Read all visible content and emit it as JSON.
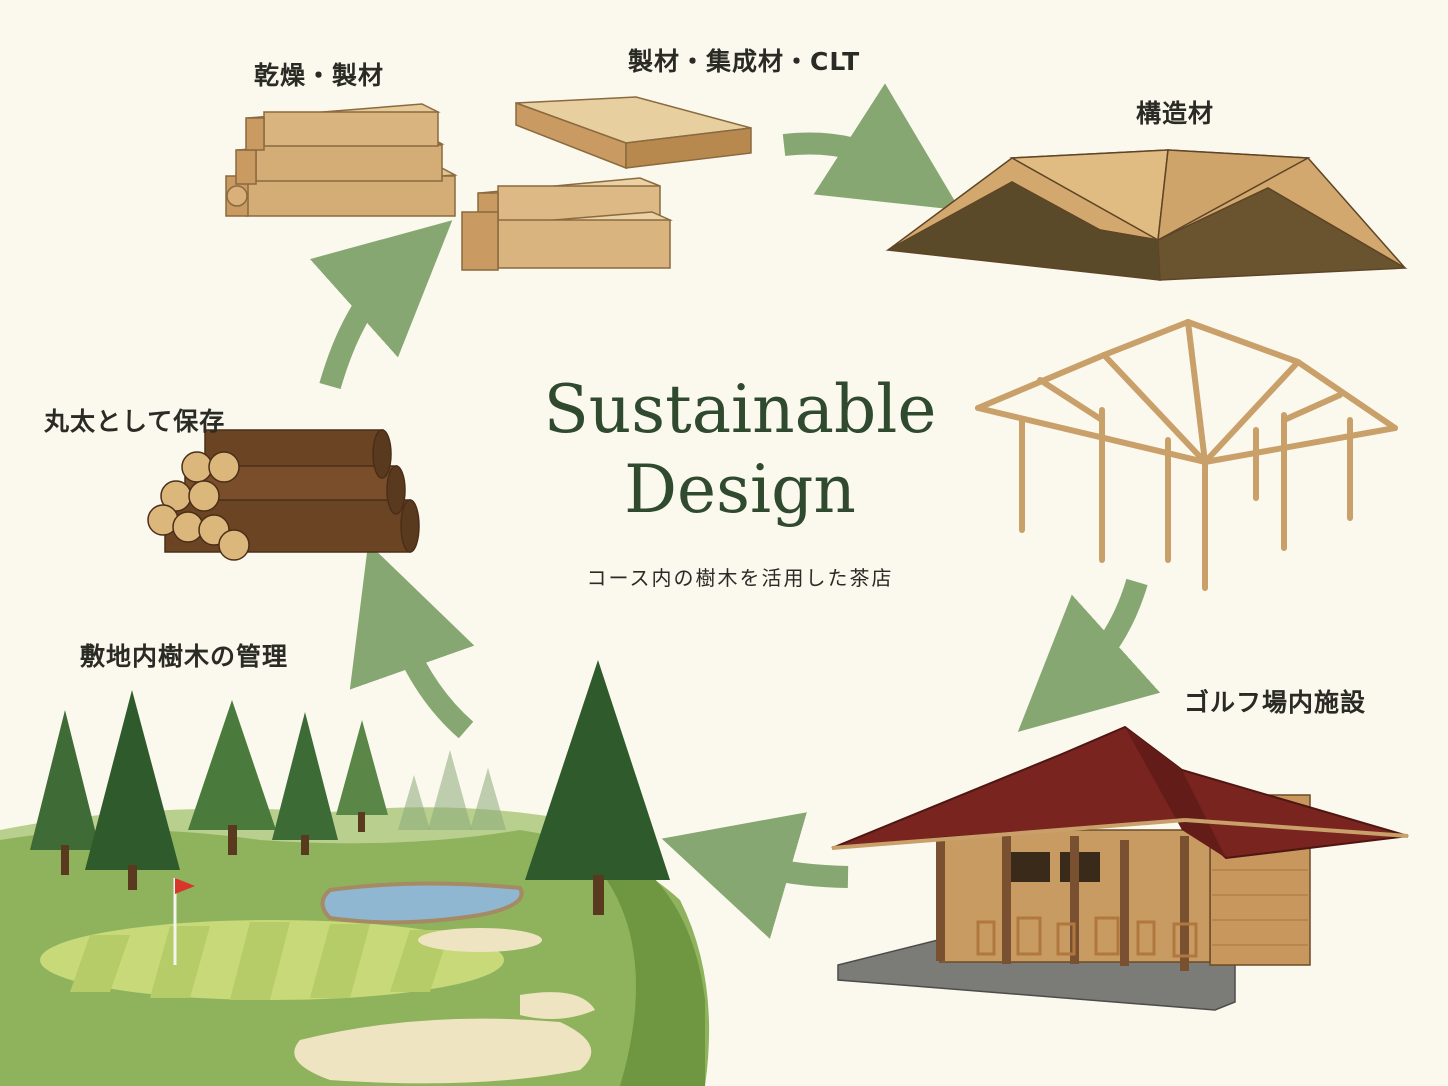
{
  "labels": {
    "drying": "乾燥・製材",
    "lumber": "製材・集成材・CLT",
    "structure": "構造材",
    "log_storage": "丸太として保存",
    "site_management": "敷地内樹木の管理",
    "facility": "ゴルフ場内施設"
  },
  "title": {
    "line1": "Sustainable",
    "line2": "Design"
  },
  "subtitle": "コース内の樹木を活用した茶店",
  "colors": {
    "background": "#fbf8ee",
    "arrow": "#86a771",
    "title": "#2f4a2f",
    "roof": "#7a2420",
    "wood": "#c9a06a"
  }
}
